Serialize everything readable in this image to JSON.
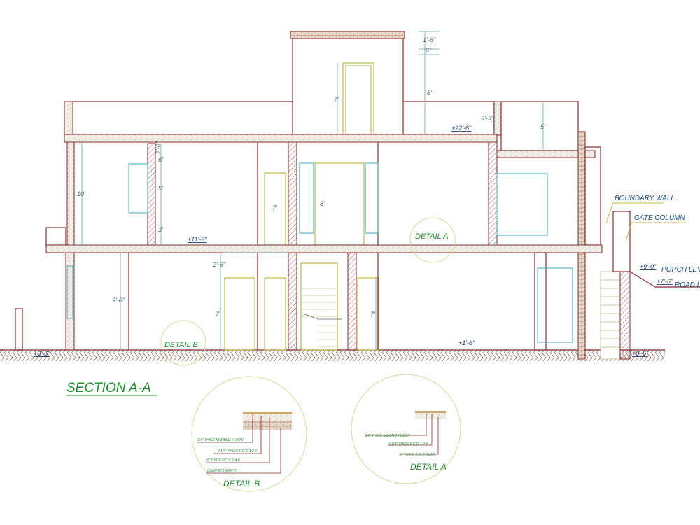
{
  "title": "SECTION A-A",
  "colors": {
    "wall": "#8b2b2b",
    "dimension": "#6aa5a5",
    "text_green": "#1f8f2f",
    "label_blue": "#1f4f8f",
    "door": "#c8b84a",
    "window": "#5cb8c8"
  },
  "dimensions": {
    "parapet_cap": "1'-6\"",
    "parapet_6": "6\"",
    "mumty_height": "8'",
    "parapet_height": "3'-3\"",
    "mumty_door": "7'",
    "right_parapet": "5'",
    "lintel_2": "2'-0\"",
    "lintel_6": "6\"",
    "window_5": "5'",
    "sill_3": "3'",
    "ff_height": "10'",
    "ff_door": "7'",
    "ff_opening": "8'",
    "gf_lintel": "2'-6\"",
    "gf_height": "9'-6\"",
    "gf_door_left": "7'",
    "gf_door_right": "7'"
  },
  "levels": {
    "roof": "+22'-6\"",
    "first_floor": "+11'-9\"",
    "plinth": "+1'-6\"",
    "ground_left": "+0'-6\"",
    "ground_right": "+0'-6\"",
    "porch": "+9'-0\"",
    "road": "+7'-6\""
  },
  "labels": {
    "boundary_wall": "BOUNDARY WALL",
    "gate_column": "GATE COLUMN",
    "porch_level": "PORCH LEVEL",
    "road_level": "ROAD LEVEL",
    "detail_a_marker": "DETAIL A",
    "detail_b_marker": "DETAIL B"
  },
  "detail_b": {
    "title": "DETAIL B",
    "layers": [
      "3/4\" THICK MARBLE FLOOR",
      "2 1/4\" THICK P.C.C 1:2:4",
      "6\" THICK P.C.C 1:4:8",
      "COMPECT EARTH"
    ]
  },
  "detail_a": {
    "title": "DETAIL A",
    "layers": [
      "3/4\" THICK MOZAIQ FLOOR",
      "2 1/4\" THICK P.C.C 1:2:4",
      "6\" THICK R.C.C SLAB"
    ]
  }
}
